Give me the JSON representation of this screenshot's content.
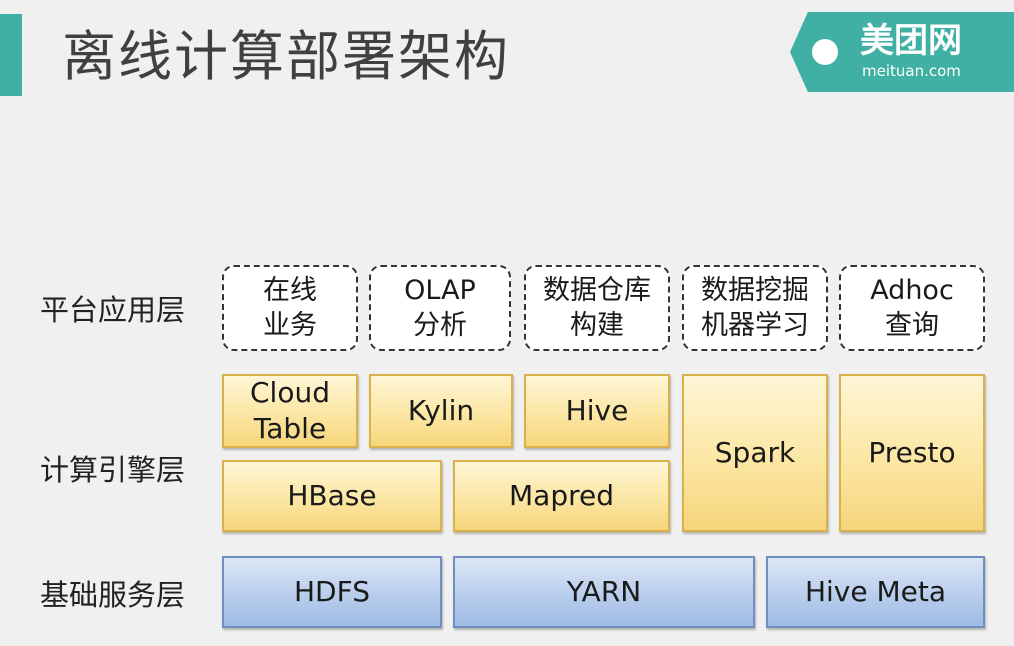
{
  "title": "离线计算部署架构",
  "logo": {
    "name_cn": "美团网",
    "domain": "meituan.com",
    "color": "#3fb0a3"
  },
  "layers": {
    "platform": {
      "label": "平台应用层",
      "items": [
        "在线\n业务",
        "OLAP\n分析",
        "数据仓库\n构建",
        "数据挖掘\n机器学习",
        "Adhoc\n查询"
      ]
    },
    "engine": {
      "label": "计算引擎层",
      "items": [
        "Cloud\nTable",
        "Kylin",
        "Hive",
        "Spark",
        "Presto",
        "HBase",
        "Mapred"
      ]
    },
    "base": {
      "label": "基础服务层",
      "items": [
        "HDFS",
        "YARN",
        "Hive Meta"
      ]
    }
  },
  "colors": {
    "accent": "#3fb0a3",
    "engine_fill": "#f6d67c",
    "base_fill": "#9fbce4"
  }
}
